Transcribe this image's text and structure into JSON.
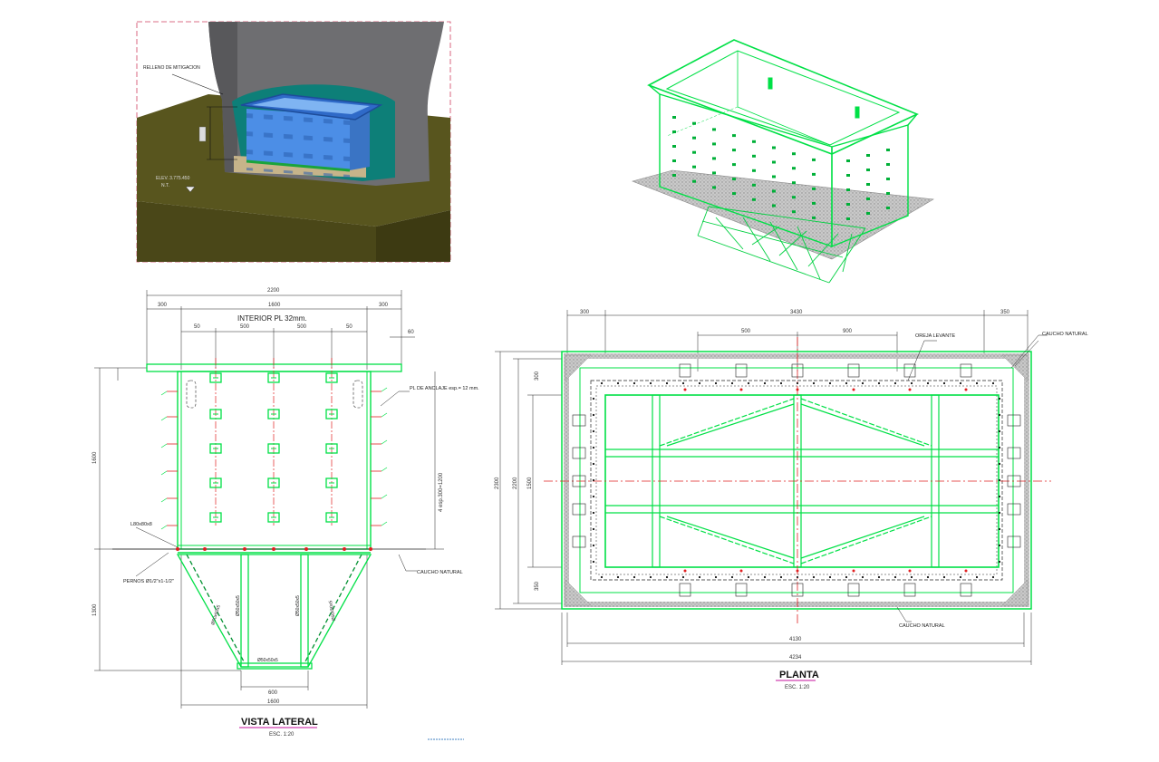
{
  "render3d": {
    "annotation_top": "RELLENO DE MITIGACION",
    "annotation_elev": "ELEV. 3.775.450",
    "annotation_n": "N.T."
  },
  "side_view": {
    "dim_total_top": "2200",
    "dim_left_offset": "300",
    "dim_right_offset": "300",
    "dim_inner": "1600",
    "dim_interior_label": "INTERIOR PL 32mm.",
    "dim_50_left": "50",
    "dim_500_a": "500",
    "dim_500_b": "500",
    "dim_50_right": "50",
    "dim_60": "60",
    "dim_height": "1600",
    "dim_support_height": "1300",
    "dim_vertical_right": "4 esp.300=1200",
    "dim_bottom_600": "600",
    "dim_bottom_1600": "1600",
    "label_anchor_plate": "PL DE ANCLAJE esp.= 12 mm.",
    "label_angle": "L80x80x8",
    "label_bolts": "PERNOS Ø1/2\"x1-1/2\"",
    "label_rubber": "CAUCHO NATURAL",
    "label_member_a": "Ø50x50x5",
    "label_member_b": "Ø50x50x5",
    "label_member_c": "Ø50x50x5",
    "label_member_d": "Ø50x50x5",
    "label_member_bottom": "Ø50x50x5",
    "title": "VISTA LATERAL",
    "scale": "ESC. 1:20"
  },
  "plan_view": {
    "dim_top_total": "3430",
    "dim_top_left": "300",
    "dim_top_right": "350",
    "dim_500": "500",
    "dim_900": "900",
    "dim_left_total": "2300",
    "dim_left_inner": "2200",
    "dim_left_mid": "1500",
    "dim_left_top": "300",
    "dim_left_bottom": "350",
    "dim_bottom_inner": "4130",
    "dim_bottom_total": "4234",
    "label_lifting_lug": "OREJA LEVANTE",
    "label_rubber_top": "CAUCHO NATURAL",
    "label_rubber_bottom": "CAUCHO NATURAL",
    "title": "PLANTA",
    "scale": "ESC. 1:20"
  },
  "colors": {
    "steel_green": "#00e046",
    "axis_red": "#e02020",
    "pad_gray": "#b5b5b5",
    "ground_olive": "#57541d",
    "concrete_gray": "#6d6d70",
    "water_teal": "#0c7f78",
    "tank_blue": "#4d8fe6",
    "title_underline": "#d040b0"
  }
}
